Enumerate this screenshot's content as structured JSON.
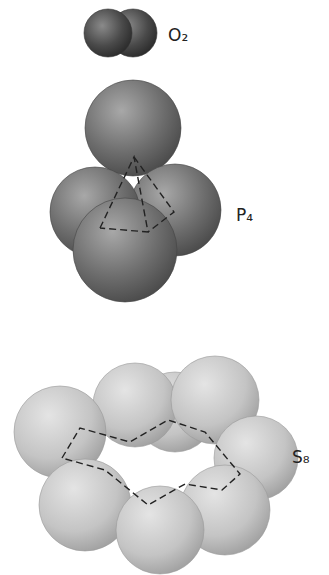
{
  "diagram": {
    "labels": [
      "O₂",
      "P₄",
      "S₈"
    ]
  }
}
